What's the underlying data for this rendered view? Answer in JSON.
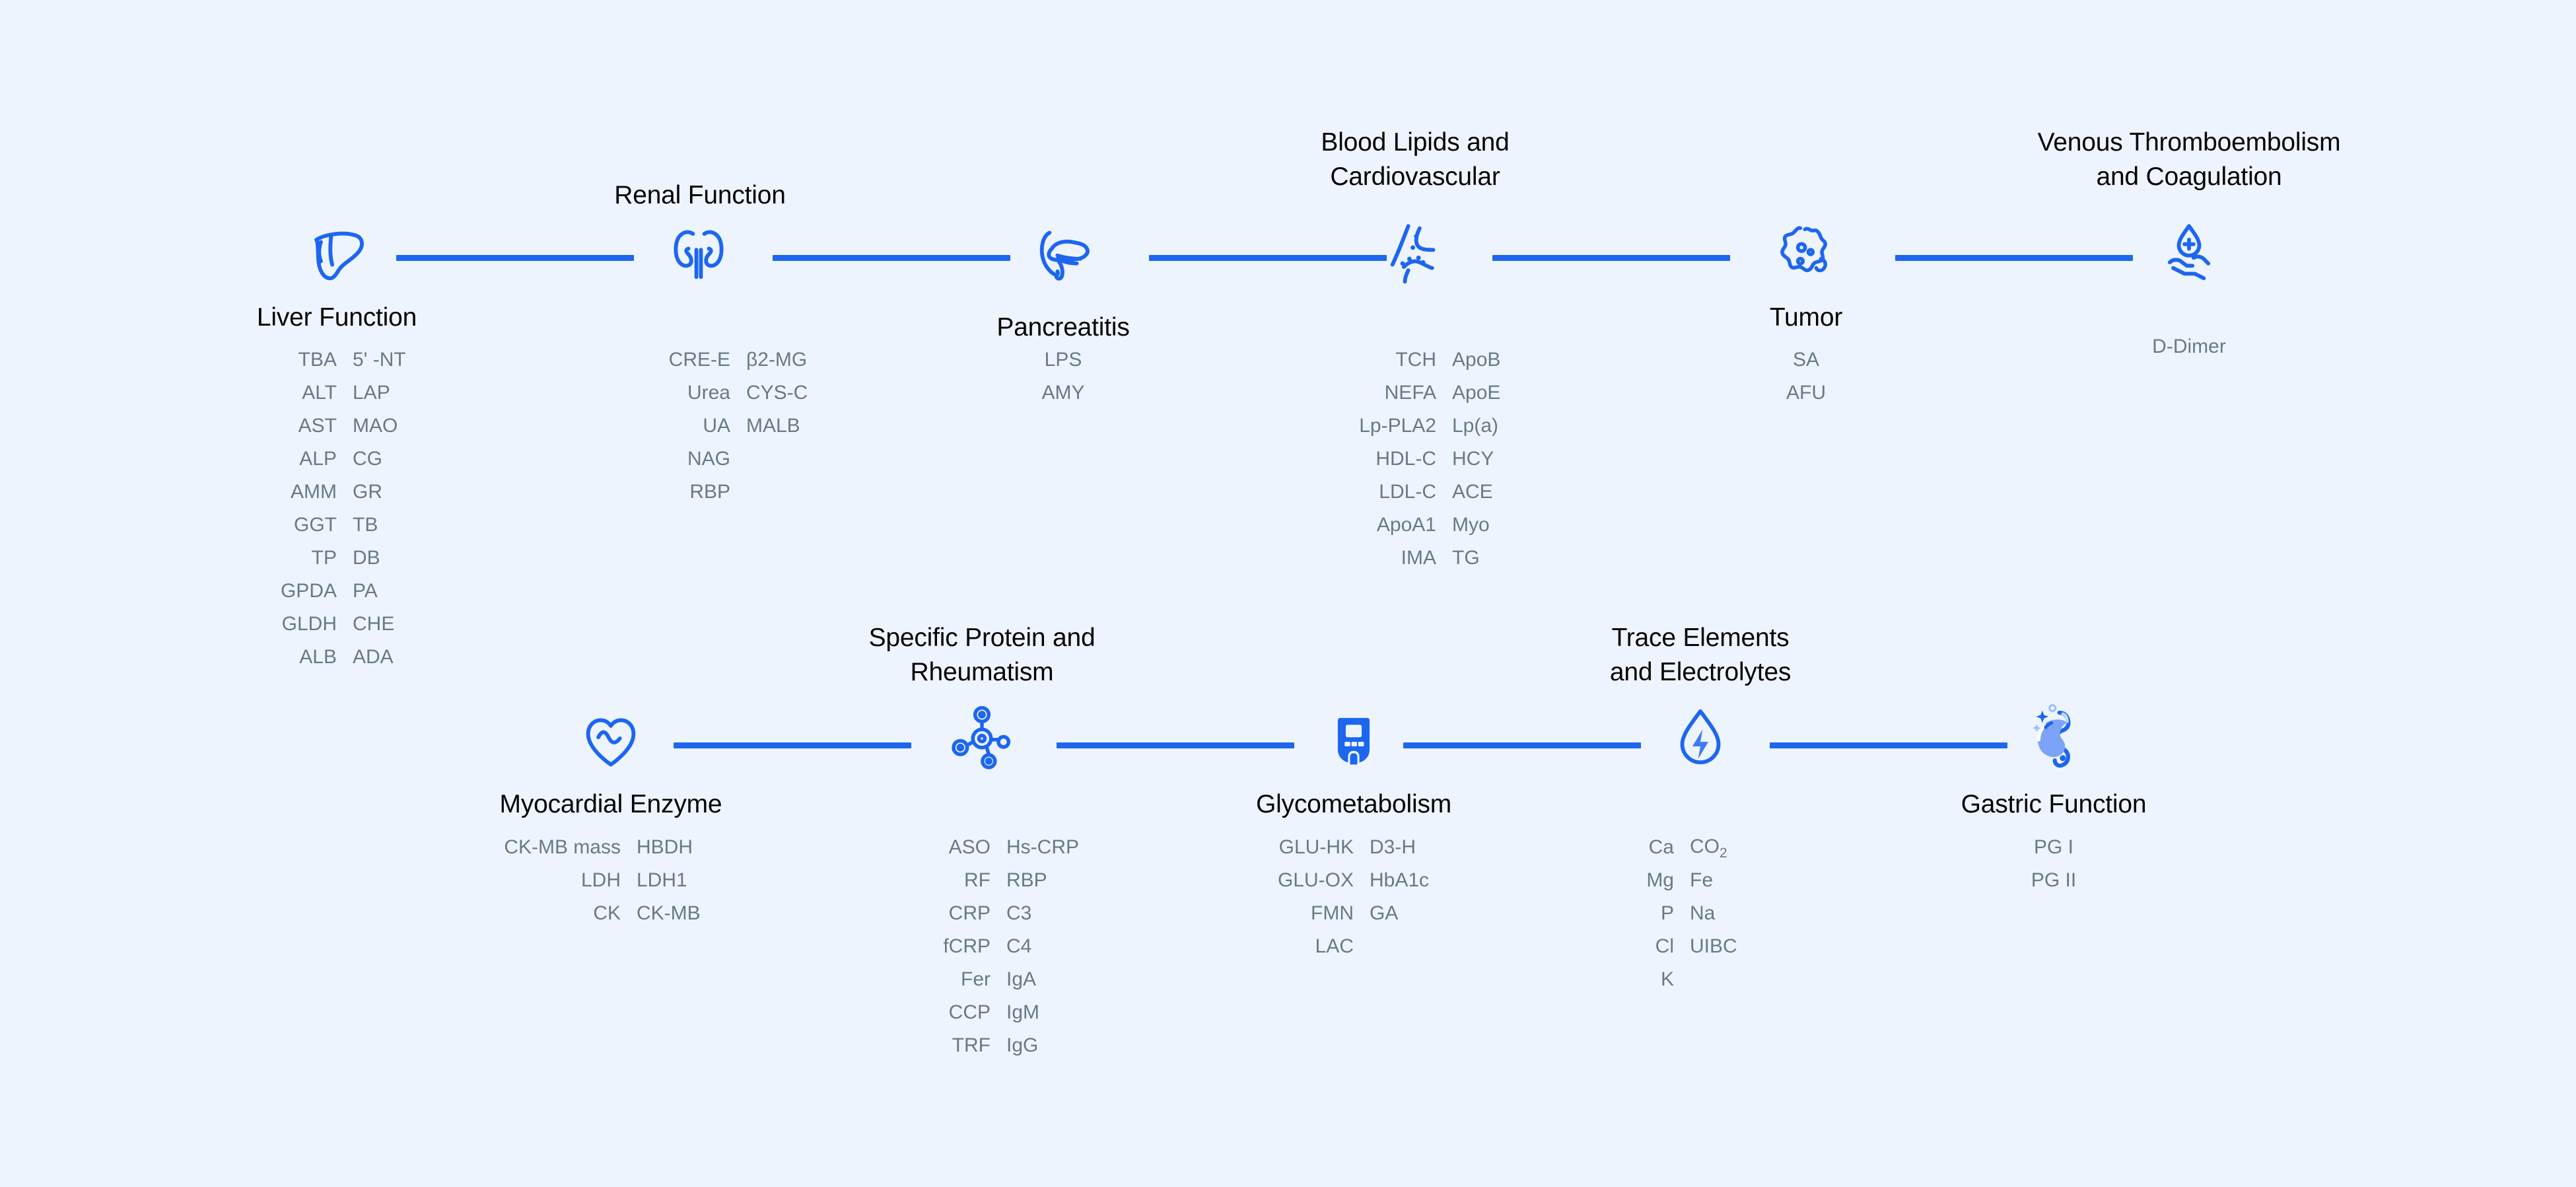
{
  "theme": {
    "background": "#eef4fd",
    "accent_blue": "#1d66ef",
    "title_color": "#050505",
    "item_color": "#687a84"
  },
  "diagram": {
    "type": "two-row-connected-flow",
    "row_count": 2,
    "node_count": 10
  },
  "nodes": [
    {
      "id": "liver-function",
      "title": "Liver Function",
      "icon": "liver-icon",
      "row": 1,
      "col1": [
        "TBA",
        "ALT",
        "AST",
        "ALP",
        "AMM",
        "GGT",
        "TP",
        "GPDA",
        "GLDH",
        "ALB"
      ],
      "col2": [
        "5' -NT",
        "LAP",
        "MAO",
        "CG",
        "GR",
        "TB",
        "DB",
        "PA",
        "CHE",
        "ADA"
      ]
    },
    {
      "id": "renal-function",
      "title": "Renal Function",
      "icon": "kidneys-icon",
      "row": 1,
      "col1": [
        "CRE-E",
        "Urea",
        "UA",
        "NAG",
        "RBP"
      ],
      "col2": [
        "β2-MG",
        "CYS-C",
        "MALB"
      ]
    },
    {
      "id": "pancreatitis",
      "title": "Pancreatitis",
      "icon": "pancreas-icon",
      "row": 1,
      "col1": [
        "LPS",
        "AMY"
      ],
      "col2": []
    },
    {
      "id": "blood-lipids-and-cardiovascular",
      "title": "Blood Lipids and\nCardiovascular",
      "icon": "artery-plaque-icon",
      "row": 1,
      "col1": [
        "TCH",
        "NEFA",
        "Lp-PLA2",
        "HDL-C",
        "LDL-C",
        "ApoA1",
        "IMA"
      ],
      "col2": [
        "ApoB",
        "ApoE",
        "Lp(a)",
        "HCY",
        "ACE",
        "Myo",
        "TG"
      ]
    },
    {
      "id": "tumor",
      "title": "Tumor",
      "icon": "tumor-cell-icon",
      "row": 1,
      "col1": [
        "SA",
        "AFU"
      ],
      "col2": []
    },
    {
      "id": "venous-thromboembolism-and-coagulation",
      "title": "Venous Thromboembolism\nand Coagulation",
      "icon": "blood-drop-hand-icon",
      "row": 1,
      "col1": [
        "D-Dimer"
      ],
      "col2": []
    },
    {
      "id": "myocardial-enzyme",
      "title": "Myocardial Enzyme",
      "icon": "heart-pulse-icon",
      "row": 2,
      "col1": [
        "CK-MB mass",
        "LDH",
        "CK"
      ],
      "col2": [
        "HBDH",
        "LDH1",
        "CK-MB"
      ]
    },
    {
      "id": "specific-protein-and-rheumatism",
      "title": "Specific Protein and\nRheumatism",
      "icon": "molecule-icon",
      "row": 2,
      "col1": [
        "ASO",
        "RF",
        "CRP",
        "fCRP",
        "Fer",
        "CCP",
        "TRF"
      ],
      "col2": [
        "Hs-CRP",
        "RBP",
        "C3",
        "C4",
        "IgA",
        "IgM",
        "IgG"
      ]
    },
    {
      "id": "glycometabolism",
      "title": "Glycometabolism",
      "icon": "glucose-meter-icon",
      "row": 2,
      "col1": [
        "GLU-HK",
        "GLU-OX",
        "FMN",
        "LAC"
      ],
      "col2": [
        "D3-H",
        "HbA1c",
        "GA"
      ]
    },
    {
      "id": "trace-elements-and-electrolytes",
      "title": "Trace Elements\nand Electrolytes",
      "icon": "electrolyte-drop-icon",
      "row": 2,
      "col1": [
        "Ca",
        "Mg",
        "P",
        "Cl",
        "K"
      ],
      "col2": [
        "CO2",
        "Fe",
        "Na",
        "UIBC"
      ],
      "col2_html": [
        "CO<sub>2</sub>",
        "Fe",
        "Na",
        "UIBC"
      ]
    },
    {
      "id": "gastric-function",
      "title": "Gastric Function",
      "icon": "stomach-icon",
      "row": 2,
      "col1": [
        "PG I",
        "PG II"
      ],
      "col2": []
    }
  ]
}
